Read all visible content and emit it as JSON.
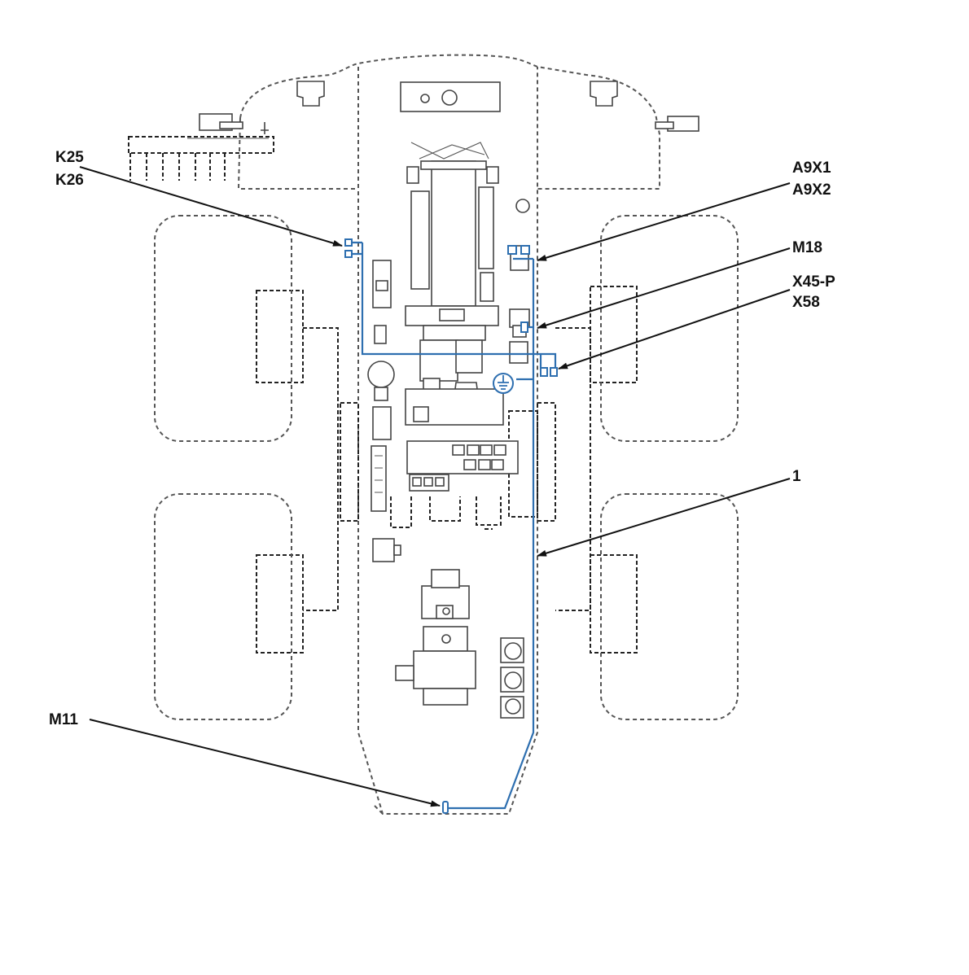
{
  "colors": {
    "harness": "#2e6fb0",
    "outline": "#555555",
    "leader": "#111111",
    "background": "#ffffff"
  },
  "callouts": {
    "k25": "K25",
    "k26": "K26",
    "a9x1": "A9X1",
    "a9x2": "A9X2",
    "m18": "M18",
    "x45p": "X45-P",
    "x58": "X58",
    "harness_1": "1",
    "m11": "M11"
  },
  "icons": {
    "ground": "ground-symbol-icon"
  }
}
